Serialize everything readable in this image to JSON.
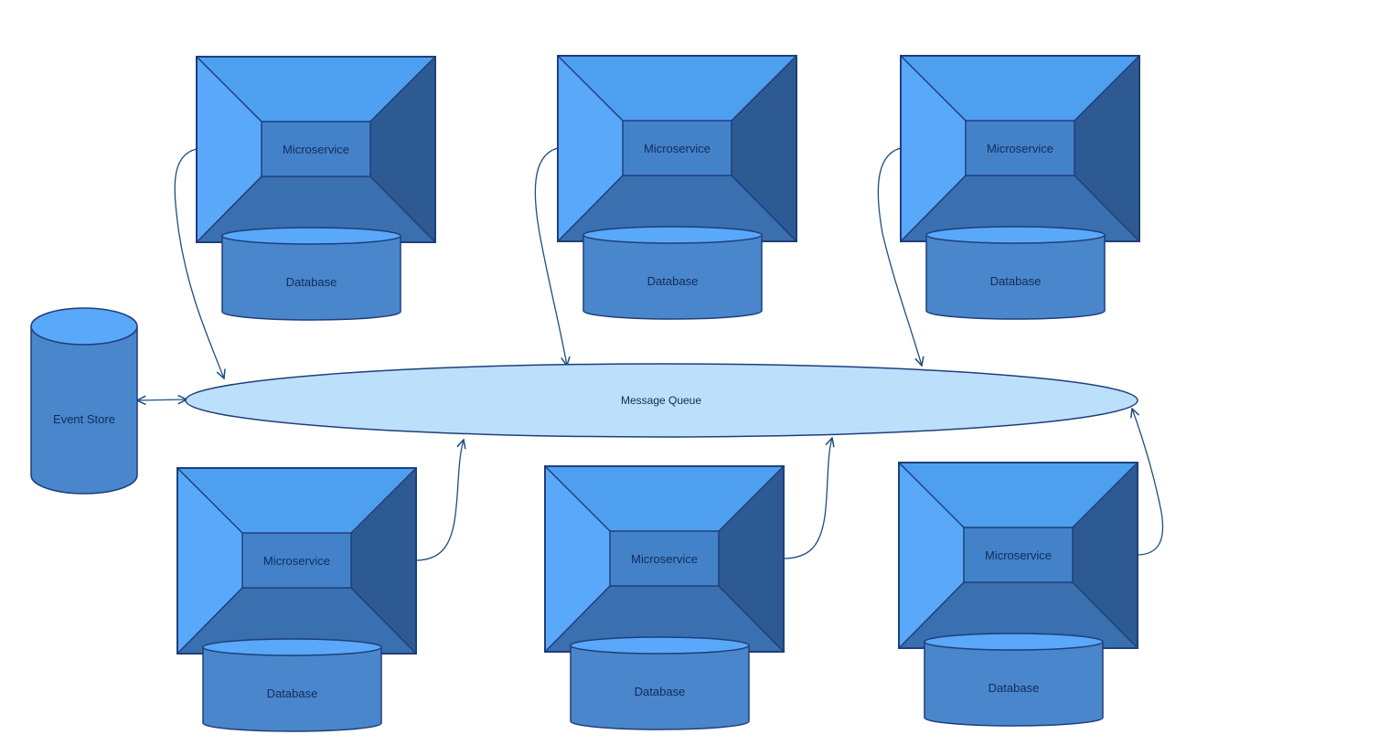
{
  "diagram": {
    "service_label": "Microservice",
    "database_label": "Database",
    "queue": {
      "label": "Message Queue"
    },
    "event_store": {
      "label": "Event Store"
    },
    "services": [
      {
        "id": "ms-top-1",
        "label": "Microservice",
        "db_label": "Database"
      },
      {
        "id": "ms-top-2",
        "label": "Microservice",
        "db_label": "Database"
      },
      {
        "id": "ms-top-3",
        "label": "Microservice",
        "db_label": "Database"
      },
      {
        "id": "ms-bottom-1",
        "label": "Microservice",
        "db_label": "Database"
      },
      {
        "id": "ms-bottom-2",
        "label": "Microservice",
        "db_label": "Database"
      },
      {
        "id": "ms-bottom-3",
        "label": "Microservice",
        "db_label": "Database"
      }
    ],
    "connections": [
      {
        "from": "ms-top-1",
        "to": "queue"
      },
      {
        "from": "ms-top-2",
        "to": "queue"
      },
      {
        "from": "ms-top-3",
        "to": "queue"
      },
      {
        "from": "ms-bottom-1",
        "to": "queue"
      },
      {
        "from": "ms-bottom-2",
        "to": "queue"
      },
      {
        "from": "ms-bottom-3",
        "to": "queue"
      },
      {
        "from": "event-store",
        "to": "queue",
        "bidirectional": true
      }
    ],
    "colors": {
      "service_top": "#4f9ff0",
      "service_left": "#5aa8fa",
      "service_right": "#2e5a94",
      "service_bottom": "#3a6fb0",
      "service_center": "#4382c9",
      "database_body": "#4a86cc",
      "database_top": "#5aa8fa",
      "queue_fill": "#bcdffc",
      "outline": "#1f3f7a",
      "text": "#0f2d5c"
    }
  }
}
